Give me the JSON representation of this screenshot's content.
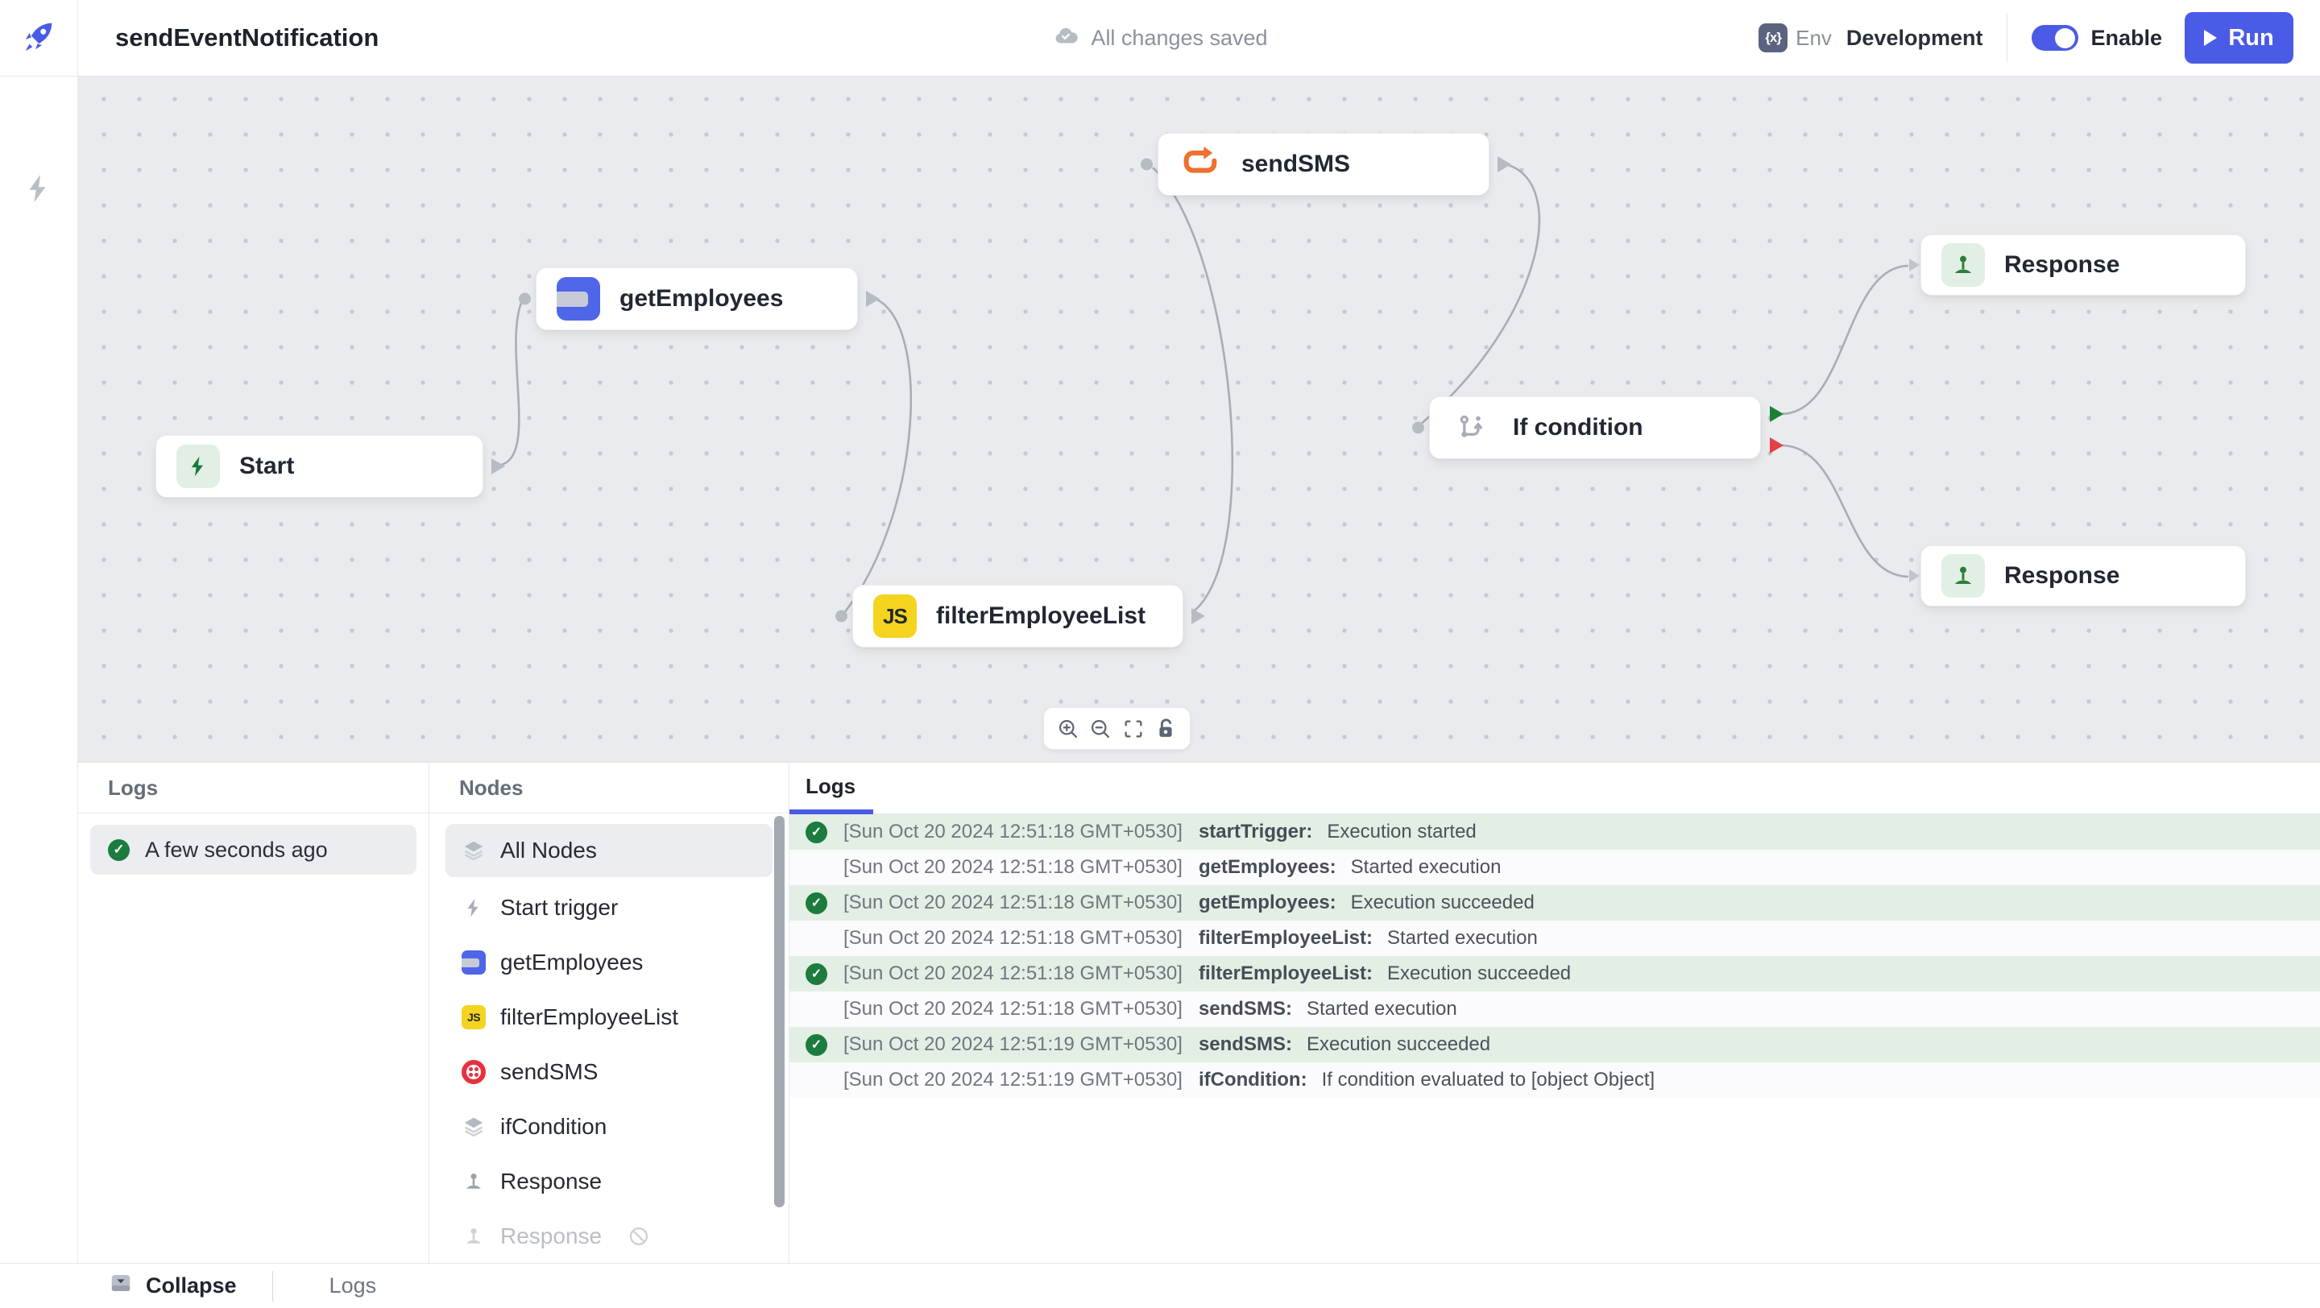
{
  "header": {
    "title": "sendEventNotification",
    "save_status": "All changes saved",
    "env_label": "Env",
    "env_icon_text": "{x}",
    "env_value": "Development",
    "enable_label": "Enable",
    "run_label": "Run"
  },
  "canvas": {
    "nodes": [
      {
        "label": "Start",
        "icon": "lightning-bolt-green"
      },
      {
        "label": "getEmployees",
        "icon": "database-table-blue"
      },
      {
        "label": "sendSMS",
        "icon": "loop-arrow-orange"
      },
      {
        "label": "filterEmployeeList",
        "icon": "js-yellow",
        "icon_text": "JS"
      },
      {
        "label": "If condition",
        "icon": "branch-gray",
        "ports": [
          "true-green",
          "false-red"
        ]
      },
      {
        "label": "Response",
        "icon": "joystick-green"
      },
      {
        "label": "Response",
        "icon": "joystick-green"
      }
    ],
    "toolbar": [
      "zoom-in",
      "zoom-out",
      "fit-view",
      "lock"
    ]
  },
  "runs_panel": {
    "title": "Logs",
    "entries": [
      {
        "label": "A few seconds ago",
        "status": "success"
      }
    ]
  },
  "nodes_panel": {
    "title": "Nodes",
    "items": [
      {
        "label": "All Nodes",
        "icon": "layers",
        "selected": true
      },
      {
        "label": "Start trigger",
        "icon": "lightning"
      },
      {
        "label": "getEmployees",
        "icon": "database-table-blue"
      },
      {
        "label": "filterEmployeeList",
        "icon": "js-yellow",
        "icon_text": "JS"
      },
      {
        "label": "sendSMS",
        "icon": "twilio-red"
      },
      {
        "label": "ifCondition",
        "icon": "layers"
      },
      {
        "label": "Response",
        "icon": "joystick"
      },
      {
        "label": "Response",
        "icon": "joystick",
        "disabled": true
      }
    ]
  },
  "log_output": {
    "tab": "Logs",
    "lines": [
      {
        "timestamp": "[Sun Oct 20 2024 12:51:18 GMT+0530]",
        "node": "startTrigger:",
        "message": "Execution started",
        "success": true
      },
      {
        "timestamp": "[Sun Oct 20 2024 12:51:18 GMT+0530]",
        "node": "getEmployees:",
        "message": "Started execution",
        "success": false
      },
      {
        "timestamp": "[Sun Oct 20 2024 12:51:18 GMT+0530]",
        "node": "getEmployees:",
        "message": "Execution succeeded",
        "success": true
      },
      {
        "timestamp": "[Sun Oct 20 2024 12:51:18 GMT+0530]",
        "node": "filterEmployeeList:",
        "message": "Started execution",
        "success": false
      },
      {
        "timestamp": "[Sun Oct 20 2024 12:51:18 GMT+0530]",
        "node": "filterEmployeeList:",
        "message": "Execution succeeded",
        "success": true
      },
      {
        "timestamp": "[Sun Oct 20 2024 12:51:18 GMT+0530]",
        "node": "sendSMS:",
        "message": "Started execution",
        "success": false
      },
      {
        "timestamp": "[Sun Oct 20 2024 12:51:19 GMT+0530]",
        "node": "sendSMS:",
        "message": "Execution succeeded",
        "success": true
      },
      {
        "timestamp": "[Sun Oct 20 2024 12:51:19 GMT+0530]",
        "node": "ifCondition:",
        "message": "If condition evaluated to [object Object]",
        "success": false
      }
    ],
    "check_glyph": "✓"
  },
  "footer": {
    "collapse_label": "Collapse",
    "logs_label": "Logs"
  },
  "colors": {
    "accent_blue": "#4a5ce5",
    "success_green": "#1b7c3e",
    "log_row_green": "#e3eee5",
    "danger_red": "#e5404a",
    "orange": "#ee7030",
    "js_yellow": "#f5d41f",
    "twilio_red": "#e8313e"
  }
}
